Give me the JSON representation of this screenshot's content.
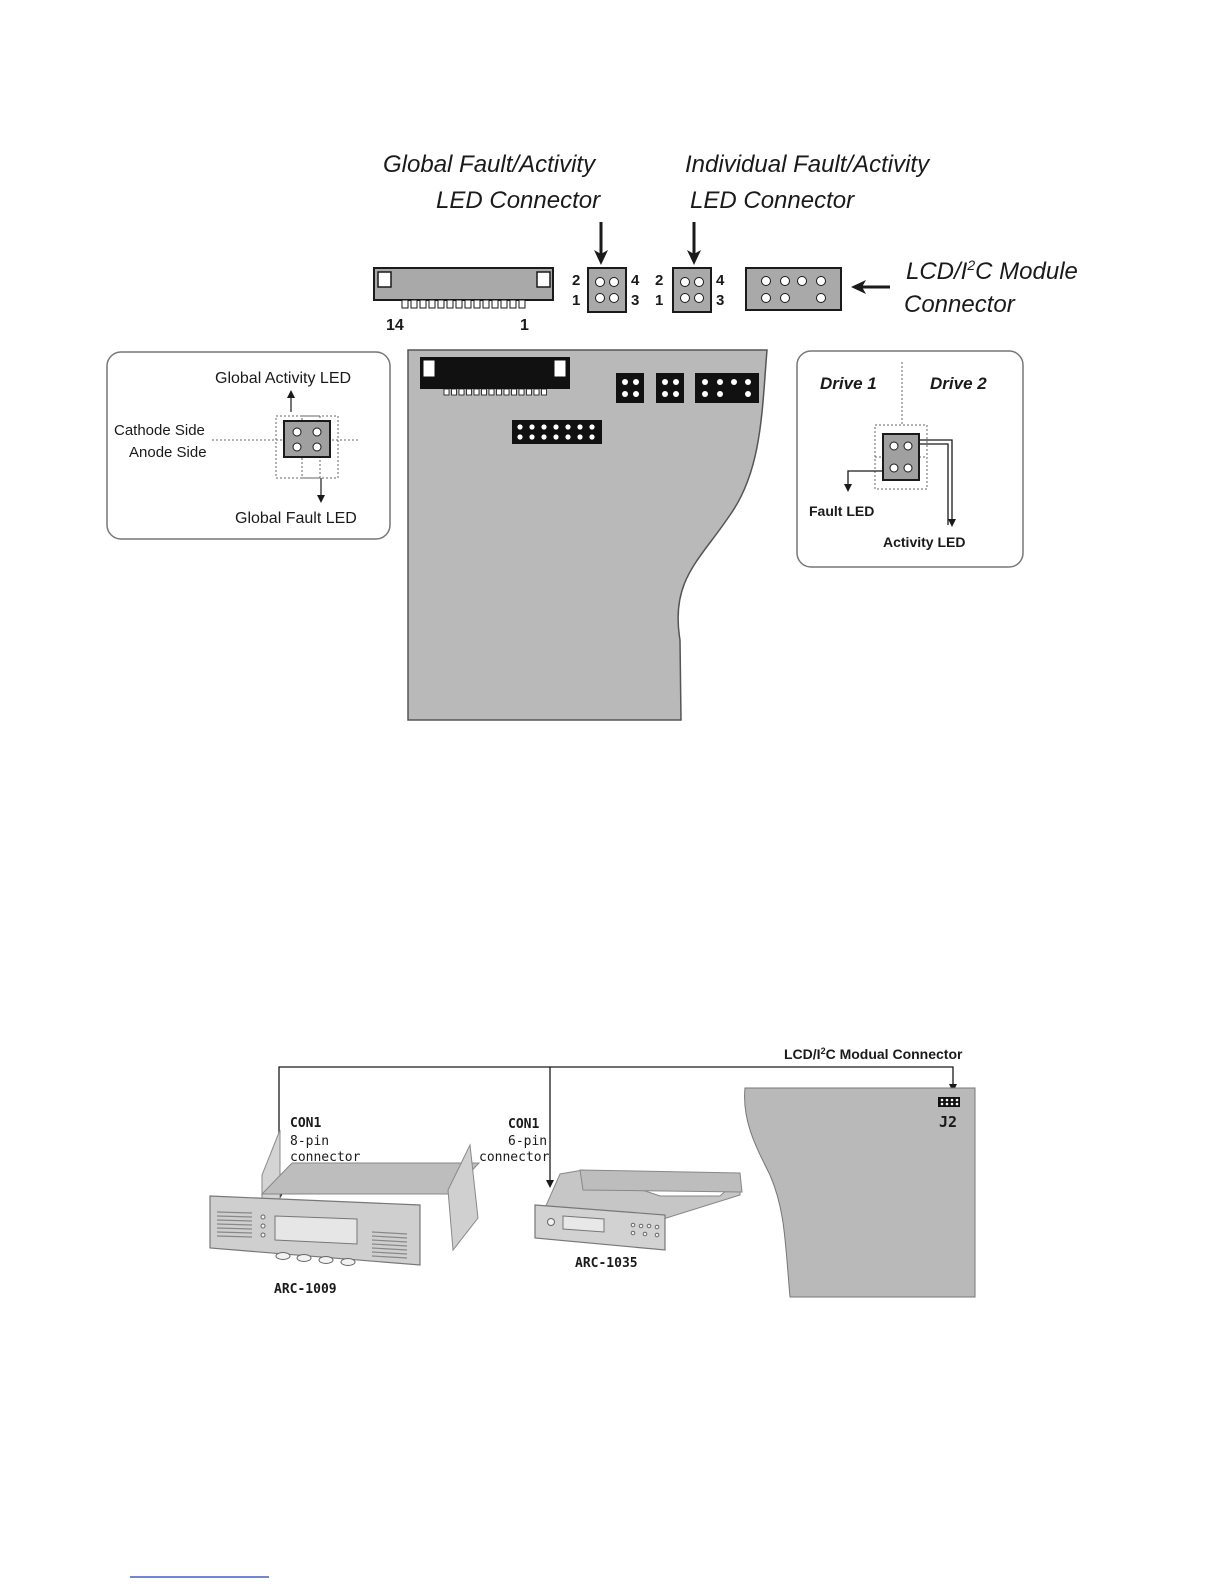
{
  "top_diagram": {
    "global_connector_label": [
      "Global Fault/Activity",
      "LED Connector"
    ],
    "individual_connector_label": [
      "Individual Fault/Activity",
      "LED Connector"
    ],
    "lcd_connector_label": [
      "LCD/I",
      "2",
      "C Module",
      "Connector"
    ],
    "ribbon_pin_first": "14",
    "ribbon_pin_last": "1",
    "header_pins": {
      "top_left": "2",
      "bottom_left": "1",
      "top_right": "4",
      "bottom_right": "3"
    },
    "left_callout": {
      "activity_led": "Global Activity LED",
      "cathode_side": "Cathode Side",
      "anode_side": "Anode Side",
      "fault_led": "Global Fault LED"
    },
    "right_callout": {
      "drive1": "Drive 1",
      "drive2": "Drive 2",
      "fault_led": "Fault LED",
      "activity_led": "Activity LED"
    }
  },
  "bottom_diagram": {
    "lcd_connector_label": [
      "LCD/I",
      "2",
      "C Modual Connector"
    ],
    "j2_label": "J2",
    "arc1009": {
      "con": "CON1",
      "pins": "8-pin",
      "connector": "connector",
      "model": "ARC-1009"
    },
    "arc1035": {
      "con": "CON1",
      "pins": "6-pin",
      "connector": "connector",
      "model": "ARC-1035"
    }
  },
  "colors": {
    "board": "#b9b9b9",
    "ink": "#1a1a1a",
    "panel": "#c8c8c8",
    "link": "#1f3fbf"
  }
}
